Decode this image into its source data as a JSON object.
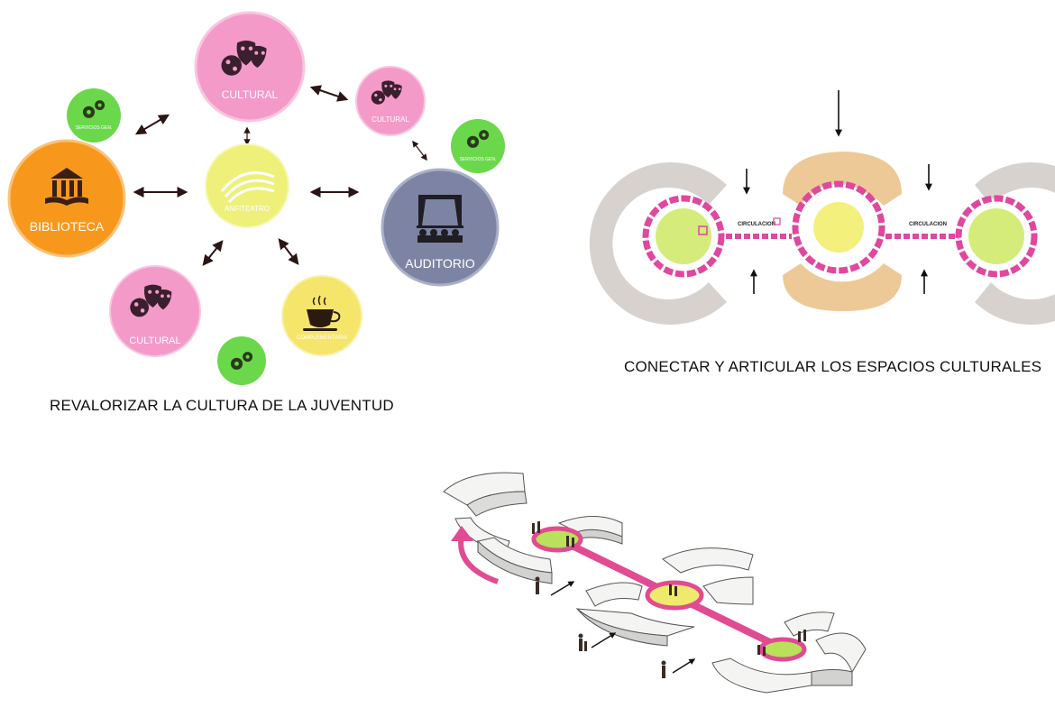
{
  "diagram_left": {
    "caption": "REVALORIZAR LA CULTURA DE LA JUVENTUD",
    "nodes": [
      {
        "id": "cultural-top",
        "label": "CULTURAL",
        "color": "#f49ac9",
        "icon": "theater-masks-palette-icon"
      },
      {
        "id": "cultural-right",
        "label": "CULTURAL",
        "color": "#f49ac9",
        "icon": "theater-masks-palette-icon"
      },
      {
        "id": "servicio-left",
        "label": "SERVICIOS GEN.",
        "color": "#6bd84b",
        "icon": "gears-icon"
      },
      {
        "id": "servicio-right",
        "label": "SERVICIOS GEN.",
        "color": "#6bd84b",
        "icon": "gears-icon"
      },
      {
        "id": "biblioteca",
        "label": "BIBLIOTECA",
        "color": "#f7981d",
        "icon": "library-icon"
      },
      {
        "id": "anfiteatro",
        "label": "ANFITEATRO",
        "color": "#eef07a",
        "icon": "amphitheater-icon"
      },
      {
        "id": "auditorio",
        "label": "AUDITORIO",
        "color": "#7d84a3",
        "icon": "stage-audience-icon"
      },
      {
        "id": "cultural-bottom",
        "label": "CULTURAL",
        "color": "#f49ac9",
        "icon": "theater-masks-palette-icon"
      },
      {
        "id": "complementaria",
        "label": "COMPLEMENTARIA",
        "color": "#f5e56a",
        "icon": "coffee-cup-icon"
      },
      {
        "id": "servicio-bottom",
        "label": "",
        "color": "#6bd84b",
        "icon": "gears-icon"
      }
    ]
  },
  "diagram_right": {
    "caption": "CONECTAR Y ARTICULAR LOS ESPACIOS CULTURALES",
    "circulation_labels": [
      "CIRCULACION",
      "CIRCULACION"
    ],
    "colors": {
      "pink": "#e0479e",
      "green": "#d5ec7a",
      "yellow": "#f3f07d",
      "tan": "#edc997",
      "grey": "#d8d2ce"
    }
  },
  "perspective": {
    "colors": {
      "path": "#e14b92",
      "green": "#b7e25a",
      "yellow": "#eeea6c"
    }
  }
}
